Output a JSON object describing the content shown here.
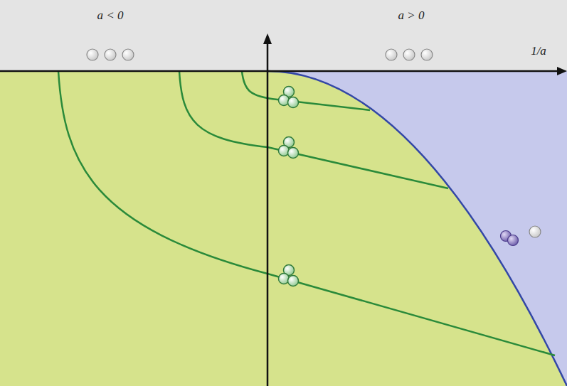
{
  "diagram": {
    "labels": [
      "a < 0",
      "a > 0",
      "1/a"
    ]
  }
}
